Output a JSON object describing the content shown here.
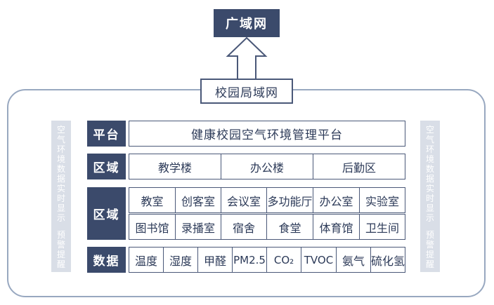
{
  "wan": "广域网",
  "lan": "校园局域网",
  "side_left": {
    "line1": "空气环境数据实时显示",
    "line2": "预警提醒"
  },
  "side_right": {
    "line1": "空气环境数据实时显示",
    "line2": "预警提醒"
  },
  "rows": {
    "platform": {
      "label": "平台",
      "value": "健康校园空气环境管理平台"
    },
    "zone": {
      "label": "区域",
      "items": [
        "教学楼",
        "办公楼",
        "后勤区"
      ]
    },
    "rooms": {
      "label": "区域",
      "row1": [
        "教室",
        "创客室",
        "会议室",
        "多功能厅",
        "办公室",
        "实验室"
      ],
      "row2": [
        "图书馆",
        "录播室",
        "宿舍",
        "食堂",
        "体育馆",
        "卫生间"
      ]
    },
    "data": {
      "label": "数据",
      "items": [
        "温度",
        "湿度",
        "甲醛",
        "PM2.5",
        "CO₂",
        "TVOC",
        "氨气",
        "硫化氢"
      ]
    }
  },
  "colors": {
    "dark_block": "#3b4a6b",
    "frame": "#98a8c0",
    "side_panel": "#d9dee7"
  }
}
